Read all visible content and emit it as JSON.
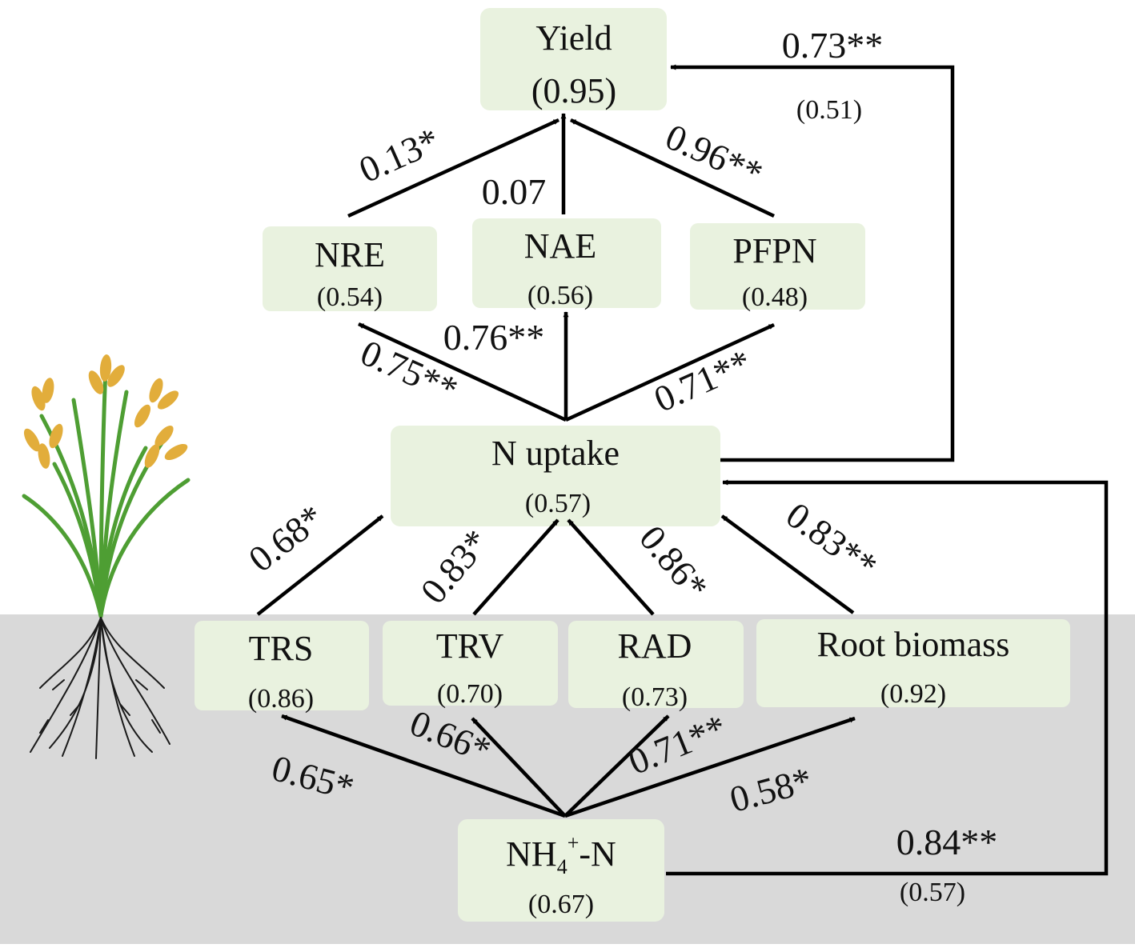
{
  "colors": {
    "node_fill": "#e9f2df",
    "soil": "#d9d9d9",
    "arrow": "#000000",
    "text": "#111111",
    "leaf": "#4e9e33",
    "grain": "#e2ad3b",
    "root": "#1a1a1a"
  },
  "illustration": {
    "name": "rice-plant-icon"
  },
  "nodes": {
    "yield": {
      "name": "Yield",
      "r2": "(0.95)"
    },
    "nre": {
      "name": "NRE",
      "r2": "(0.54)"
    },
    "nae": {
      "name": "NAE",
      "r2": "(0.56)"
    },
    "pfpn": {
      "name": "PFPN",
      "r2": "(0.48)"
    },
    "n_uptake": {
      "name": "N uptake",
      "r2": "(0.57)"
    },
    "trs": {
      "name": "TRS",
      "r2": "(0.86)"
    },
    "trv": {
      "name": "TRV",
      "r2": "(0.70)"
    },
    "rad": {
      "name": "RAD",
      "r2": "(0.73)"
    },
    "root_biomass": {
      "name": "Root biomass",
      "r2": "(0.92)"
    },
    "nh4": {
      "name_main": "NH",
      "name_sub": "4",
      "name_sup": "+",
      "name_tail": "-N",
      "r2": "(0.67)"
    }
  },
  "paths": {
    "nre_yield": "0.13*",
    "nae_yield": "0.07",
    "pfpn_yield": "0.96**",
    "uptake_nre": "0.75**",
    "uptake_nae": "0.76**",
    "uptake_pfpn": "0.71**",
    "uptake_yield": "0.73**",
    "uptake_yield_r2": "(0.51)",
    "trs_uptake": "0.68*",
    "trv_uptake": "0.83*",
    "rad_uptake": "0.86*",
    "biomass_uptake": "0.83**",
    "nh4_trs": "0.65*",
    "nh4_trv": "0.66*",
    "nh4_rad": "0.71**",
    "nh4_biomass": "0.58*",
    "nh4_uptake": "0.84**",
    "nh4_uptake_r2": "(0.57)"
  }
}
